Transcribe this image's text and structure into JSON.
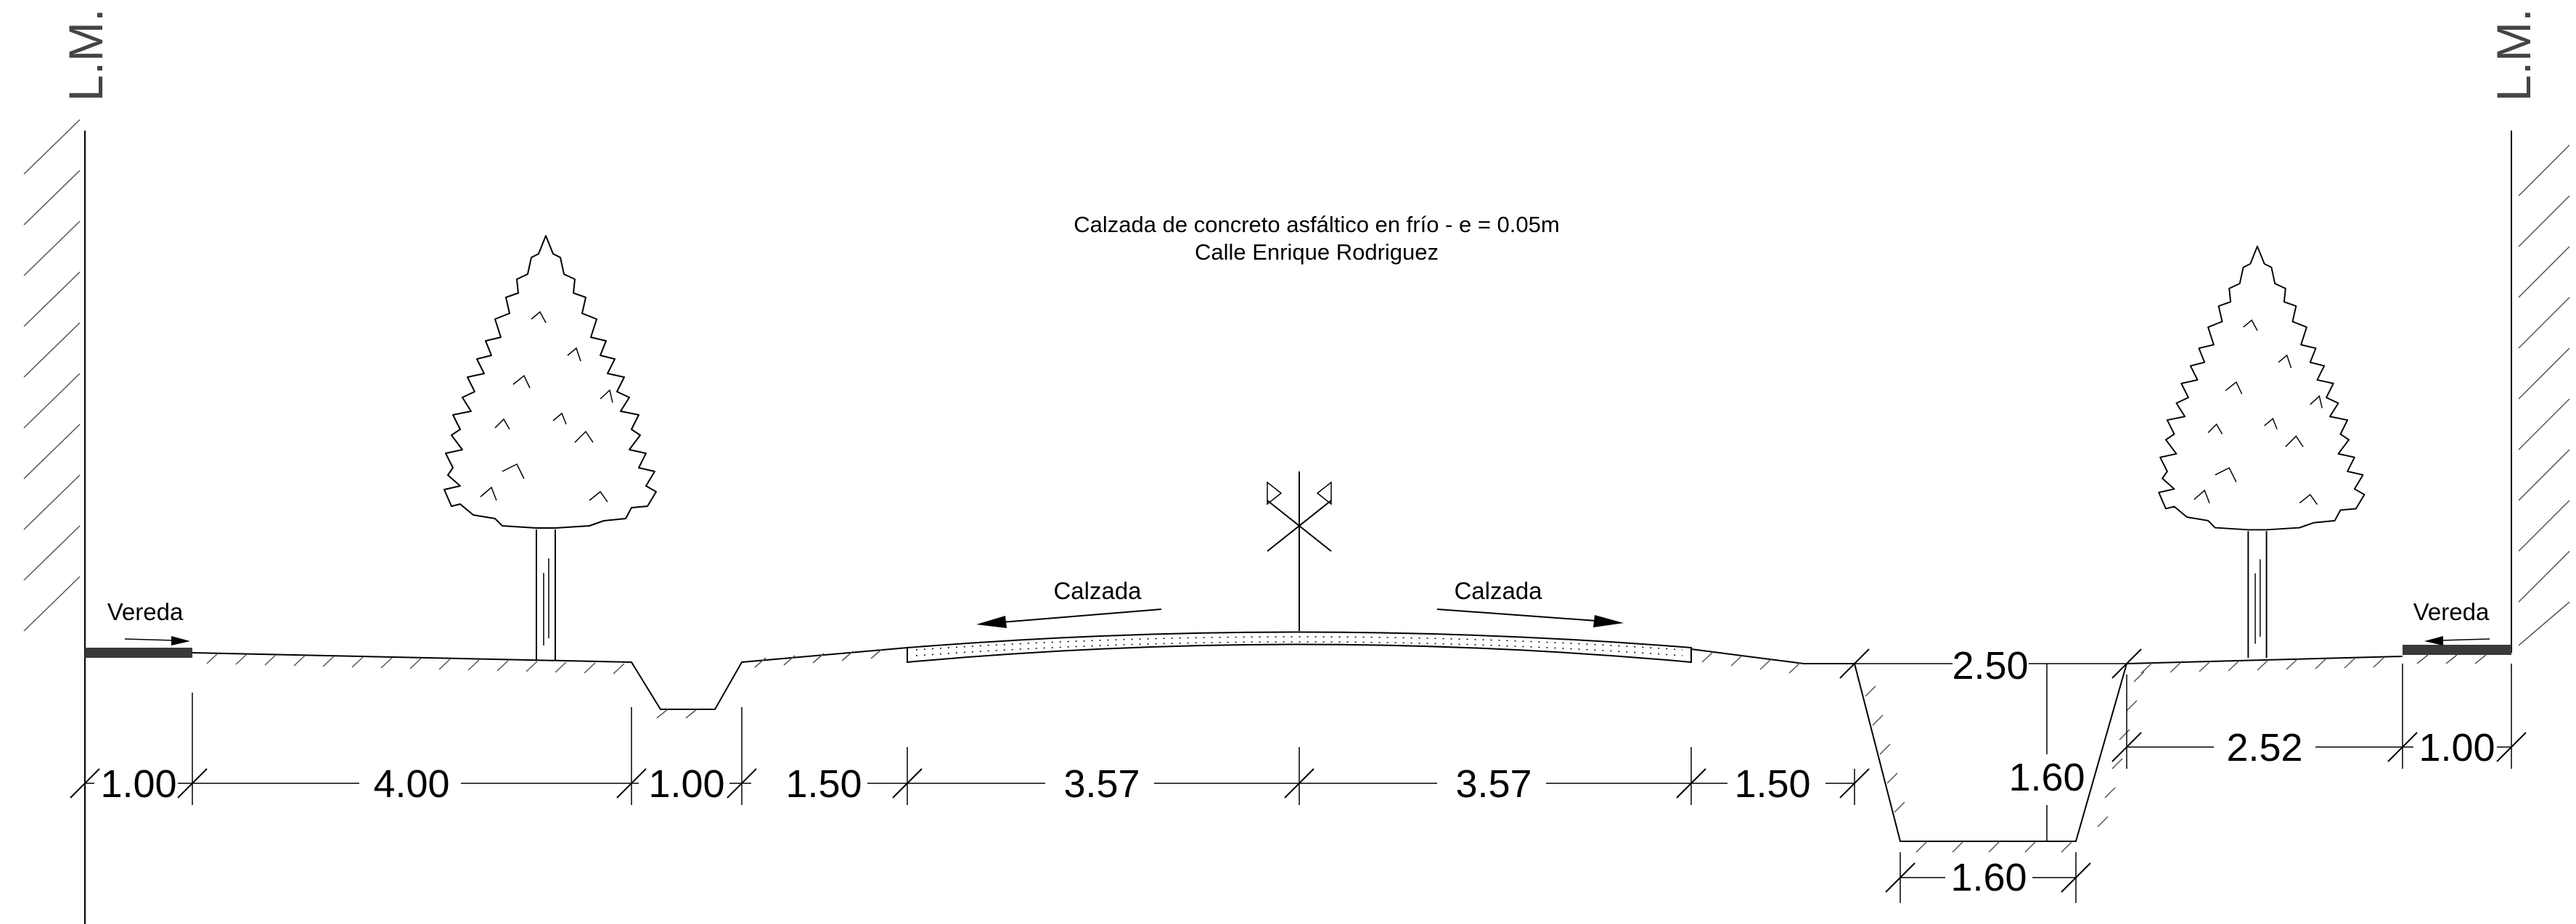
{
  "edge_labels": {
    "left": "L.M.",
    "right": "L.M."
  },
  "title": {
    "line1": "Calzada de concreto asfáltico en frío - e = 0.05m",
    "line2": "Calle Enrique Rodriguez"
  },
  "labels": {
    "vereda_left": "Vereda",
    "vereda_right": "Vereda",
    "calzada_left": "Calzada",
    "calzada_right": "Calzada"
  },
  "dimensions": {
    "bottom_chain": [
      "1.00",
      "4.00",
      "1.00",
      "1.50",
      "3.57",
      "3.57",
      "1.50"
    ],
    "canal_top_width": "2.50",
    "canal_depth": "1.60",
    "canal_bottom_width": "1.60",
    "right_strip": "2.52",
    "right_sidewalk": "1.00"
  }
}
